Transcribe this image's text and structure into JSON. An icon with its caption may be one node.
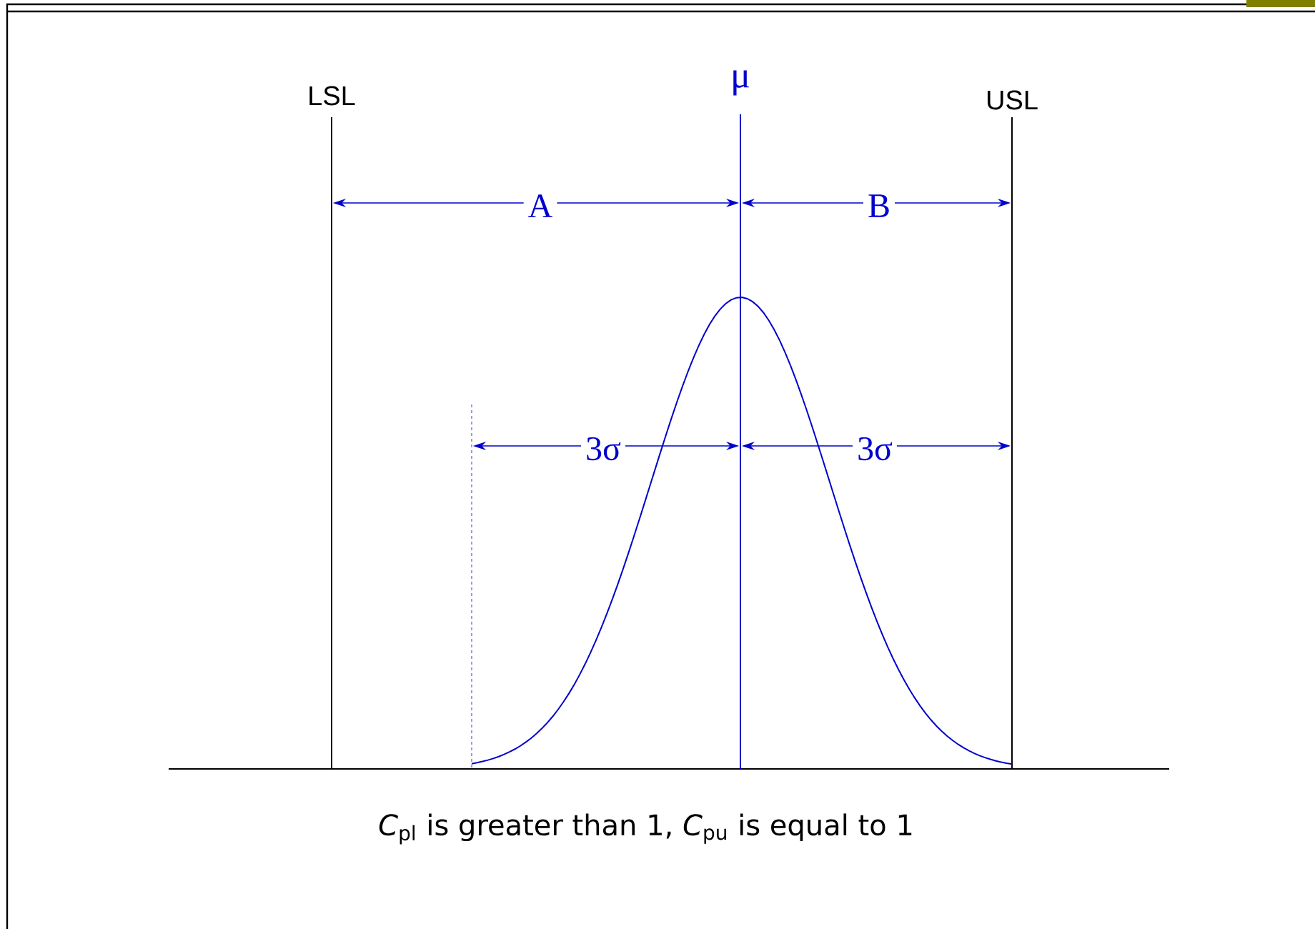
{
  "diagram": {
    "caption": "*C*$_{pl}$ is greater than 1,  *C*$_{pu}$ is equal to 1",
    "labels": [
      "LSL",
      "μ",
      "USL",
      "A",
      "B",
      "3σ",
      "3σ"
    ]
  }
}
